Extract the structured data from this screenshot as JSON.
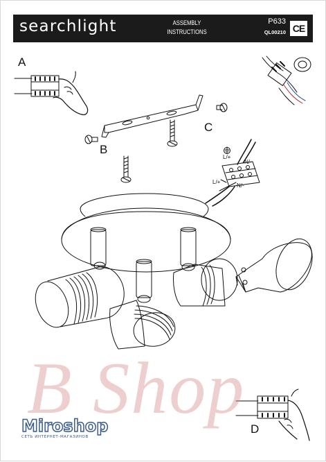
{
  "header": {
    "brand": "searchlight",
    "doc_type_line1": "ASSEMBLY",
    "doc_type_line2": "INSTRUCTIONS",
    "model": "P633",
    "code": "QL00210",
    "ce_mark": "CE"
  },
  "steps": {
    "a": "A",
    "b": "B",
    "c": "C",
    "d": "D"
  },
  "terminal_labels": {
    "upper_live": "L/+",
    "upper_neutral": "N/-",
    "lower_live": "L/+",
    "lower_neutral": "N/-"
  },
  "watermark": {
    "text": "B Shop",
    "logo": "Miroshop",
    "logo_sub": "СЕТЬ ИНТЕРНЕТ-МАГАЗИНОВ"
  },
  "icons": {
    "earth": "earth-symbol-icon"
  }
}
